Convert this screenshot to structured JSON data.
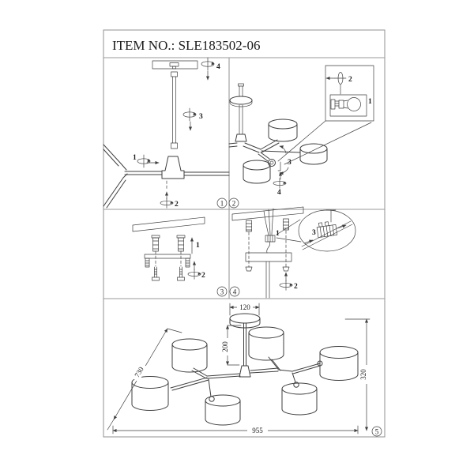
{
  "title": "ITEM NO.: SLE183502-06",
  "colors": {
    "line": "#3f3f3f",
    "frame": "#9a9a9a",
    "text": "#1c1c1c",
    "background": "#ffffff"
  },
  "panels": {
    "p1": {
      "number": "1",
      "labels": {
        "arm_rotate": "1",
        "bottom_screw": "2",
        "rod": "3",
        "top_plate": "4"
      }
    },
    "p2": {
      "number": "2",
      "labels": {
        "bulb": "1",
        "bulb_rotate": "2",
        "shade": "3",
        "shade_nut": "4"
      }
    },
    "p3": {
      "number": "3",
      "labels": {
        "anchors": "1",
        "screws": "2"
      }
    },
    "p4": {
      "number": "4",
      "labels": {
        "wires": "1",
        "canopy_nuts": "2",
        "terminal": "3"
      }
    },
    "p5": {
      "number": "5",
      "dimensions": {
        "canopy_width": "120",
        "rod_drop": "200",
        "shade_span": "730",
        "total_width": "955",
        "total_height": "320"
      }
    }
  }
}
